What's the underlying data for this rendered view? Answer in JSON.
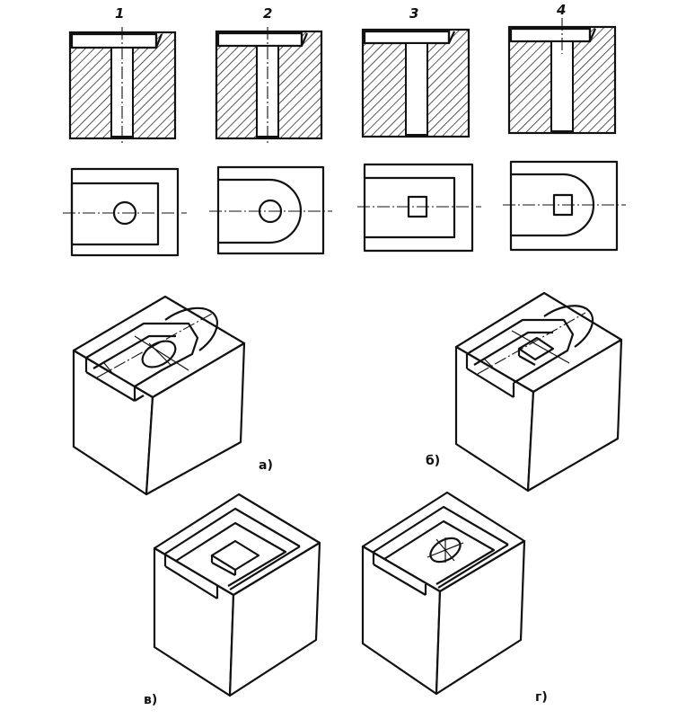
{
  "columns": [
    {
      "number": "1"
    },
    {
      "number": "2"
    },
    {
      "number": "3"
    },
    {
      "number": "4"
    }
  ],
  "isometric_views": [
    {
      "label": "а)"
    },
    {
      "label": "б)"
    },
    {
      "label": "в)"
    },
    {
      "label": "г)"
    }
  ]
}
